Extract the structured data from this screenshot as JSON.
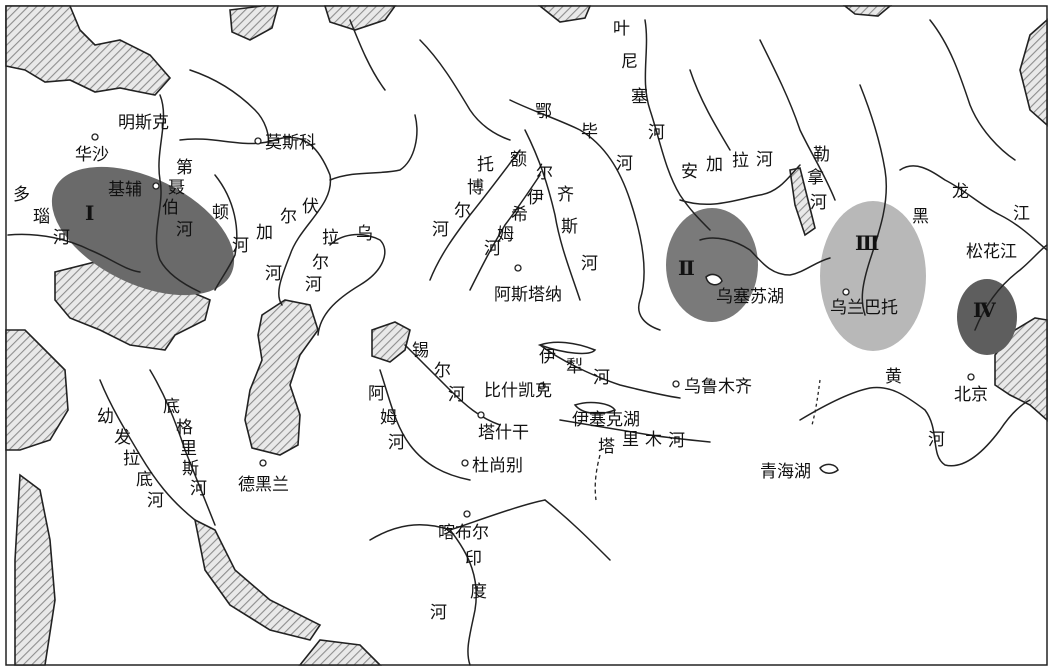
{
  "colors": {
    "zone_dark": "#5f5f5f",
    "zone_mid": "#757575",
    "zone_light": "#b5b5b5",
    "line": "#222222",
    "sea_hatch": "#9a9a9a"
  },
  "regions": [
    "Ⅰ",
    "Ⅱ",
    "Ⅲ",
    "Ⅳ"
  ],
  "cities": {
    "minsk": "明斯克",
    "warsaw": "华沙",
    "moscow": "莫斯科",
    "kiev": "基辅",
    "astana": "阿斯塔纳",
    "bishkek": "比什凯克",
    "urumqi": "乌鲁木齐",
    "tashkent": "塔什干",
    "dushanbe": "杜尚别",
    "tehran": "德黑兰",
    "kabul": "喀布尔",
    "ulaanbaatar": "乌兰巴托",
    "beijing": "北京"
  },
  "lakes": {
    "uvs": "乌塞苏湖",
    "issyk": "伊塞克湖",
    "qinghai": "青海湖"
  },
  "rivers": {
    "danube": [
      "多",
      "瑙",
      "河"
    ],
    "dnieper": [
      "第",
      "聂",
      "伯",
      "河"
    ],
    "don": [
      "顿",
      "河"
    ],
    "volga": [
      "伏",
      "尔",
      "加",
      "河"
    ],
    "ural": [
      "乌",
      "拉",
      "尔",
      "河"
    ],
    "tobol": [
      "托",
      "博",
      "尔",
      "河"
    ],
    "irtysh": [
      "额",
      "尔",
      "齐",
      "斯",
      "河"
    ],
    "ishim": [
      "伊",
      "希",
      "姆",
      "河"
    ],
    "ob": [
      "鄂",
      "毕",
      "河"
    ],
    "yenisei": [
      "叶",
      "尼",
      "塞",
      "河"
    ],
    "angara": [
      "安",
      "加",
      "拉",
      "河"
    ],
    "lena": [
      "勒",
      "拿",
      "河"
    ],
    "amur": [
      "黑",
      "龙",
      "江"
    ],
    "songhua": "松花江",
    "syr": [
      "锡",
      "尔",
      "河"
    ],
    "amu": [
      "阿",
      "姆",
      "河"
    ],
    "ili": [
      "伊",
      "犁",
      "河"
    ],
    "tarim": [
      "塔",
      "里",
      "木",
      "河"
    ],
    "euphrates": [
      "幼",
      "发",
      "拉",
      "底",
      "河"
    ],
    "tigris": [
      "底",
      "格",
      "里",
      "斯",
      "河"
    ],
    "indus": [
      "印",
      "度",
      "河"
    ],
    "yellow": [
      "黄",
      "河"
    ]
  }
}
